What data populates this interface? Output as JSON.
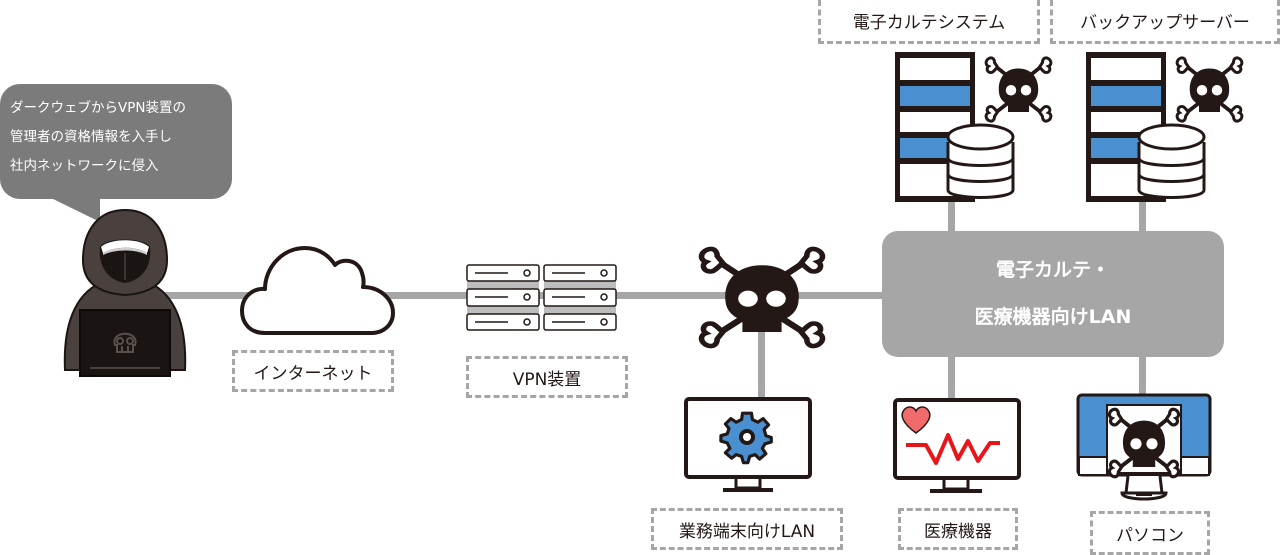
{
  "speech_bubble": {
    "lines": [
      "ダークウェブからVPN装置の",
      "管理者の資格情報を入手し",
      "社内ネットワークに侵入"
    ]
  },
  "labels": {
    "internet": "インターネット",
    "vpn": "VPN装置",
    "ehr_system": "電子カルテシステム",
    "backup_server": "バックアップサーバー",
    "business_lan": "業務端末向けLAN",
    "medical_device": "医療機器",
    "pc": "パソコン"
  },
  "lan_box": {
    "line1": "電子カルテ・",
    "line2": "医療機器向けLAN"
  },
  "colors": {
    "connector": "#a6a6a6",
    "accent_blue": "#4a8fd0",
    "heart": "#f26b6b",
    "ecg": "#e8161a",
    "dark": "#231815"
  }
}
